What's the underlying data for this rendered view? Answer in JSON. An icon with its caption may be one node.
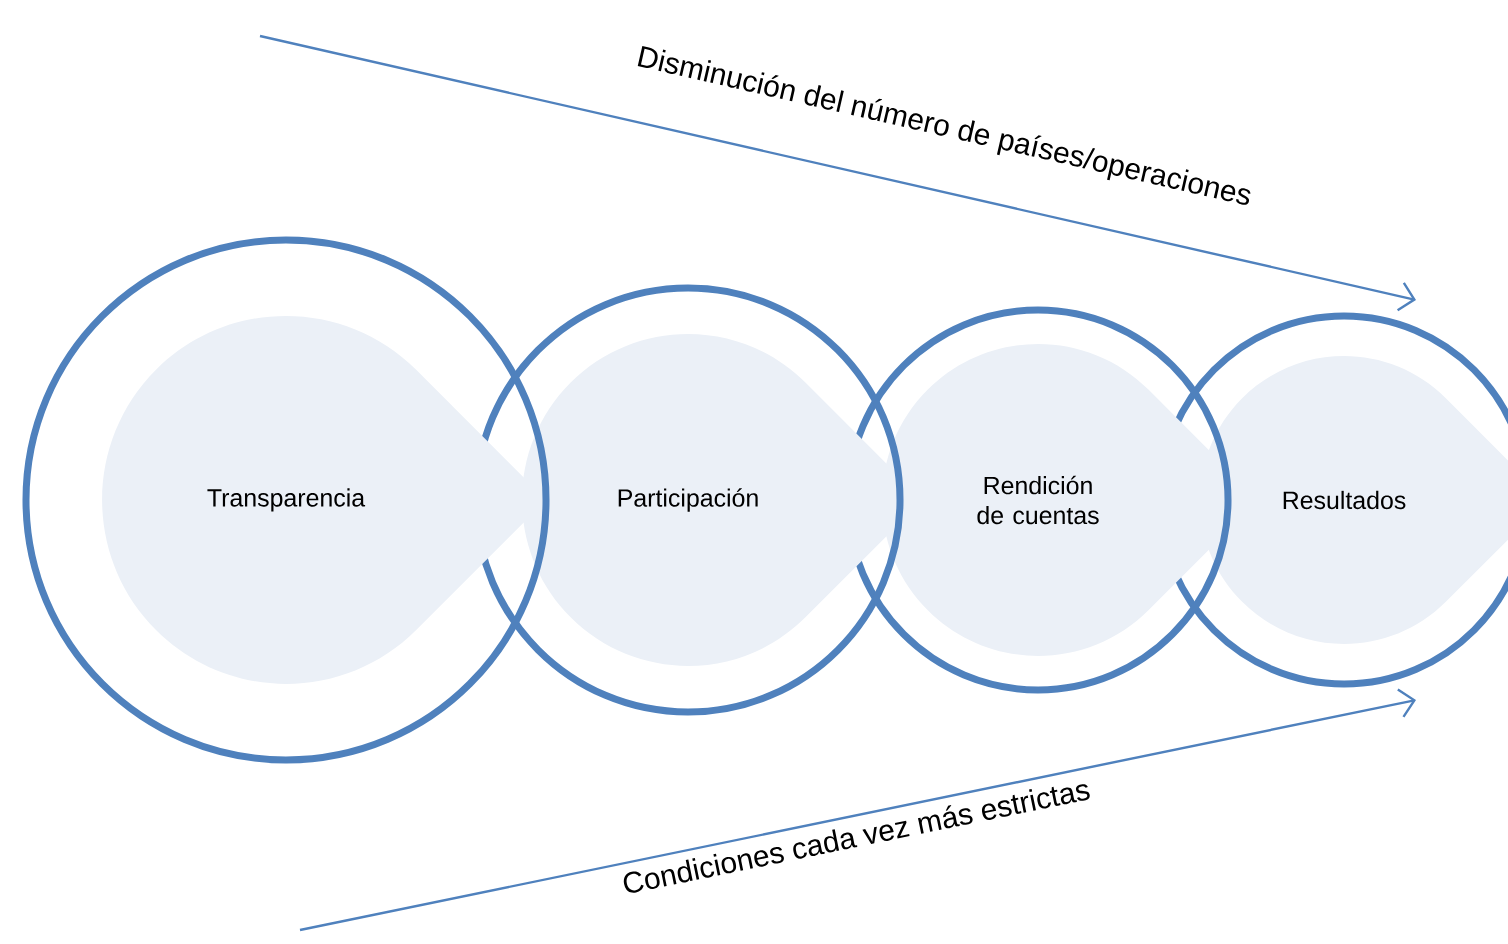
{
  "diagram": {
    "nodes": [
      {
        "text": [
          "Transparencia"
        ]
      },
      {
        "text": [
          "Participación"
        ]
      },
      {
        "text": [
          "Rendición de cuentas"
        ]
      },
      {
        "text": [
          "Resultados"
        ]
      }
    ],
    "labels": [
      "Disminución del número de países/operaciones",
      "Condiciones cada vez más estrictas"
    ]
  }
}
